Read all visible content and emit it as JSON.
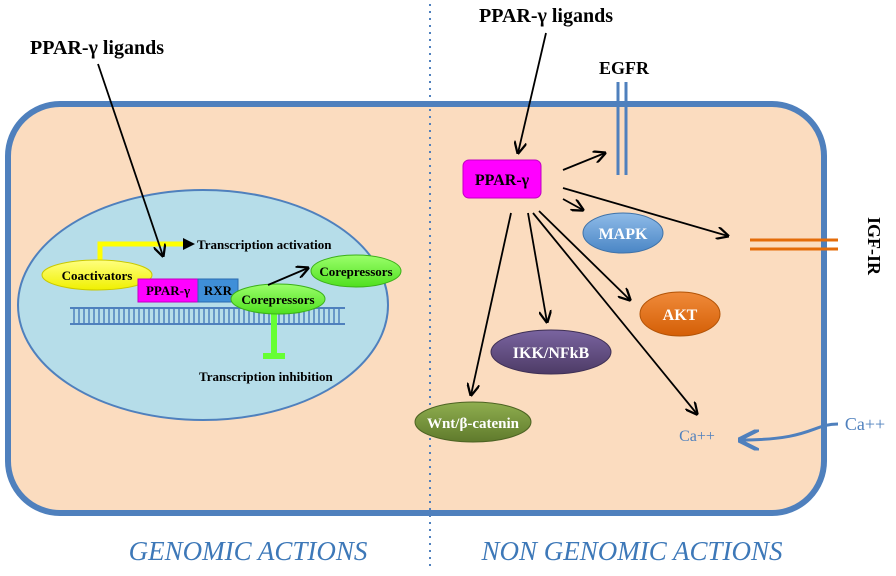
{
  "ligands_genomic": "PPAR-γ ligands",
  "ligands_nongenomic": "PPAR-γ ligands",
  "nucleus": {
    "transcription_activation": "Transcription activation",
    "transcription_inhibition": "Transcription inhibition",
    "coactivators": "Coactivators",
    "ppar_gamma": "PPAR-γ",
    "rxr": "RXR",
    "corepressors_bound": "Corepressors",
    "corepressors_free": "Corepressors"
  },
  "nongenomic": {
    "ppar_gamma": "PPAR-γ",
    "egfr": "EGFR",
    "igf_ir": "IGF-IR",
    "mapk": "MAPK",
    "akt": "AKT",
    "ikk_nfkb": "IKK/NFkB",
    "wnt": "Wnt/β-catenin",
    "ca_inside": "Ca++",
    "ca_outside": "Ca++"
  },
  "footer": {
    "genomic": "GENOMIC ACTIONS",
    "nongenomic": "NON GENOMIC ACTIONS"
  },
  "colors": {
    "cell_fill": "#fbdcbf",
    "cell_border": "#4f80bd",
    "nucleus_fill": "#b6dde9",
    "ppar_box": "#ff00ff",
    "rxr_box": "#3f8fd8",
    "coactivators": "#ffff00",
    "corepressors": "#66ff33",
    "mapk": "#5b9bd5",
    "akt": "#e46c0a",
    "ikk": "#604a7b",
    "wnt": "#77933c",
    "igf_receptor": "#e46c0a",
    "egfr_receptor": "#4f80bd"
  }
}
